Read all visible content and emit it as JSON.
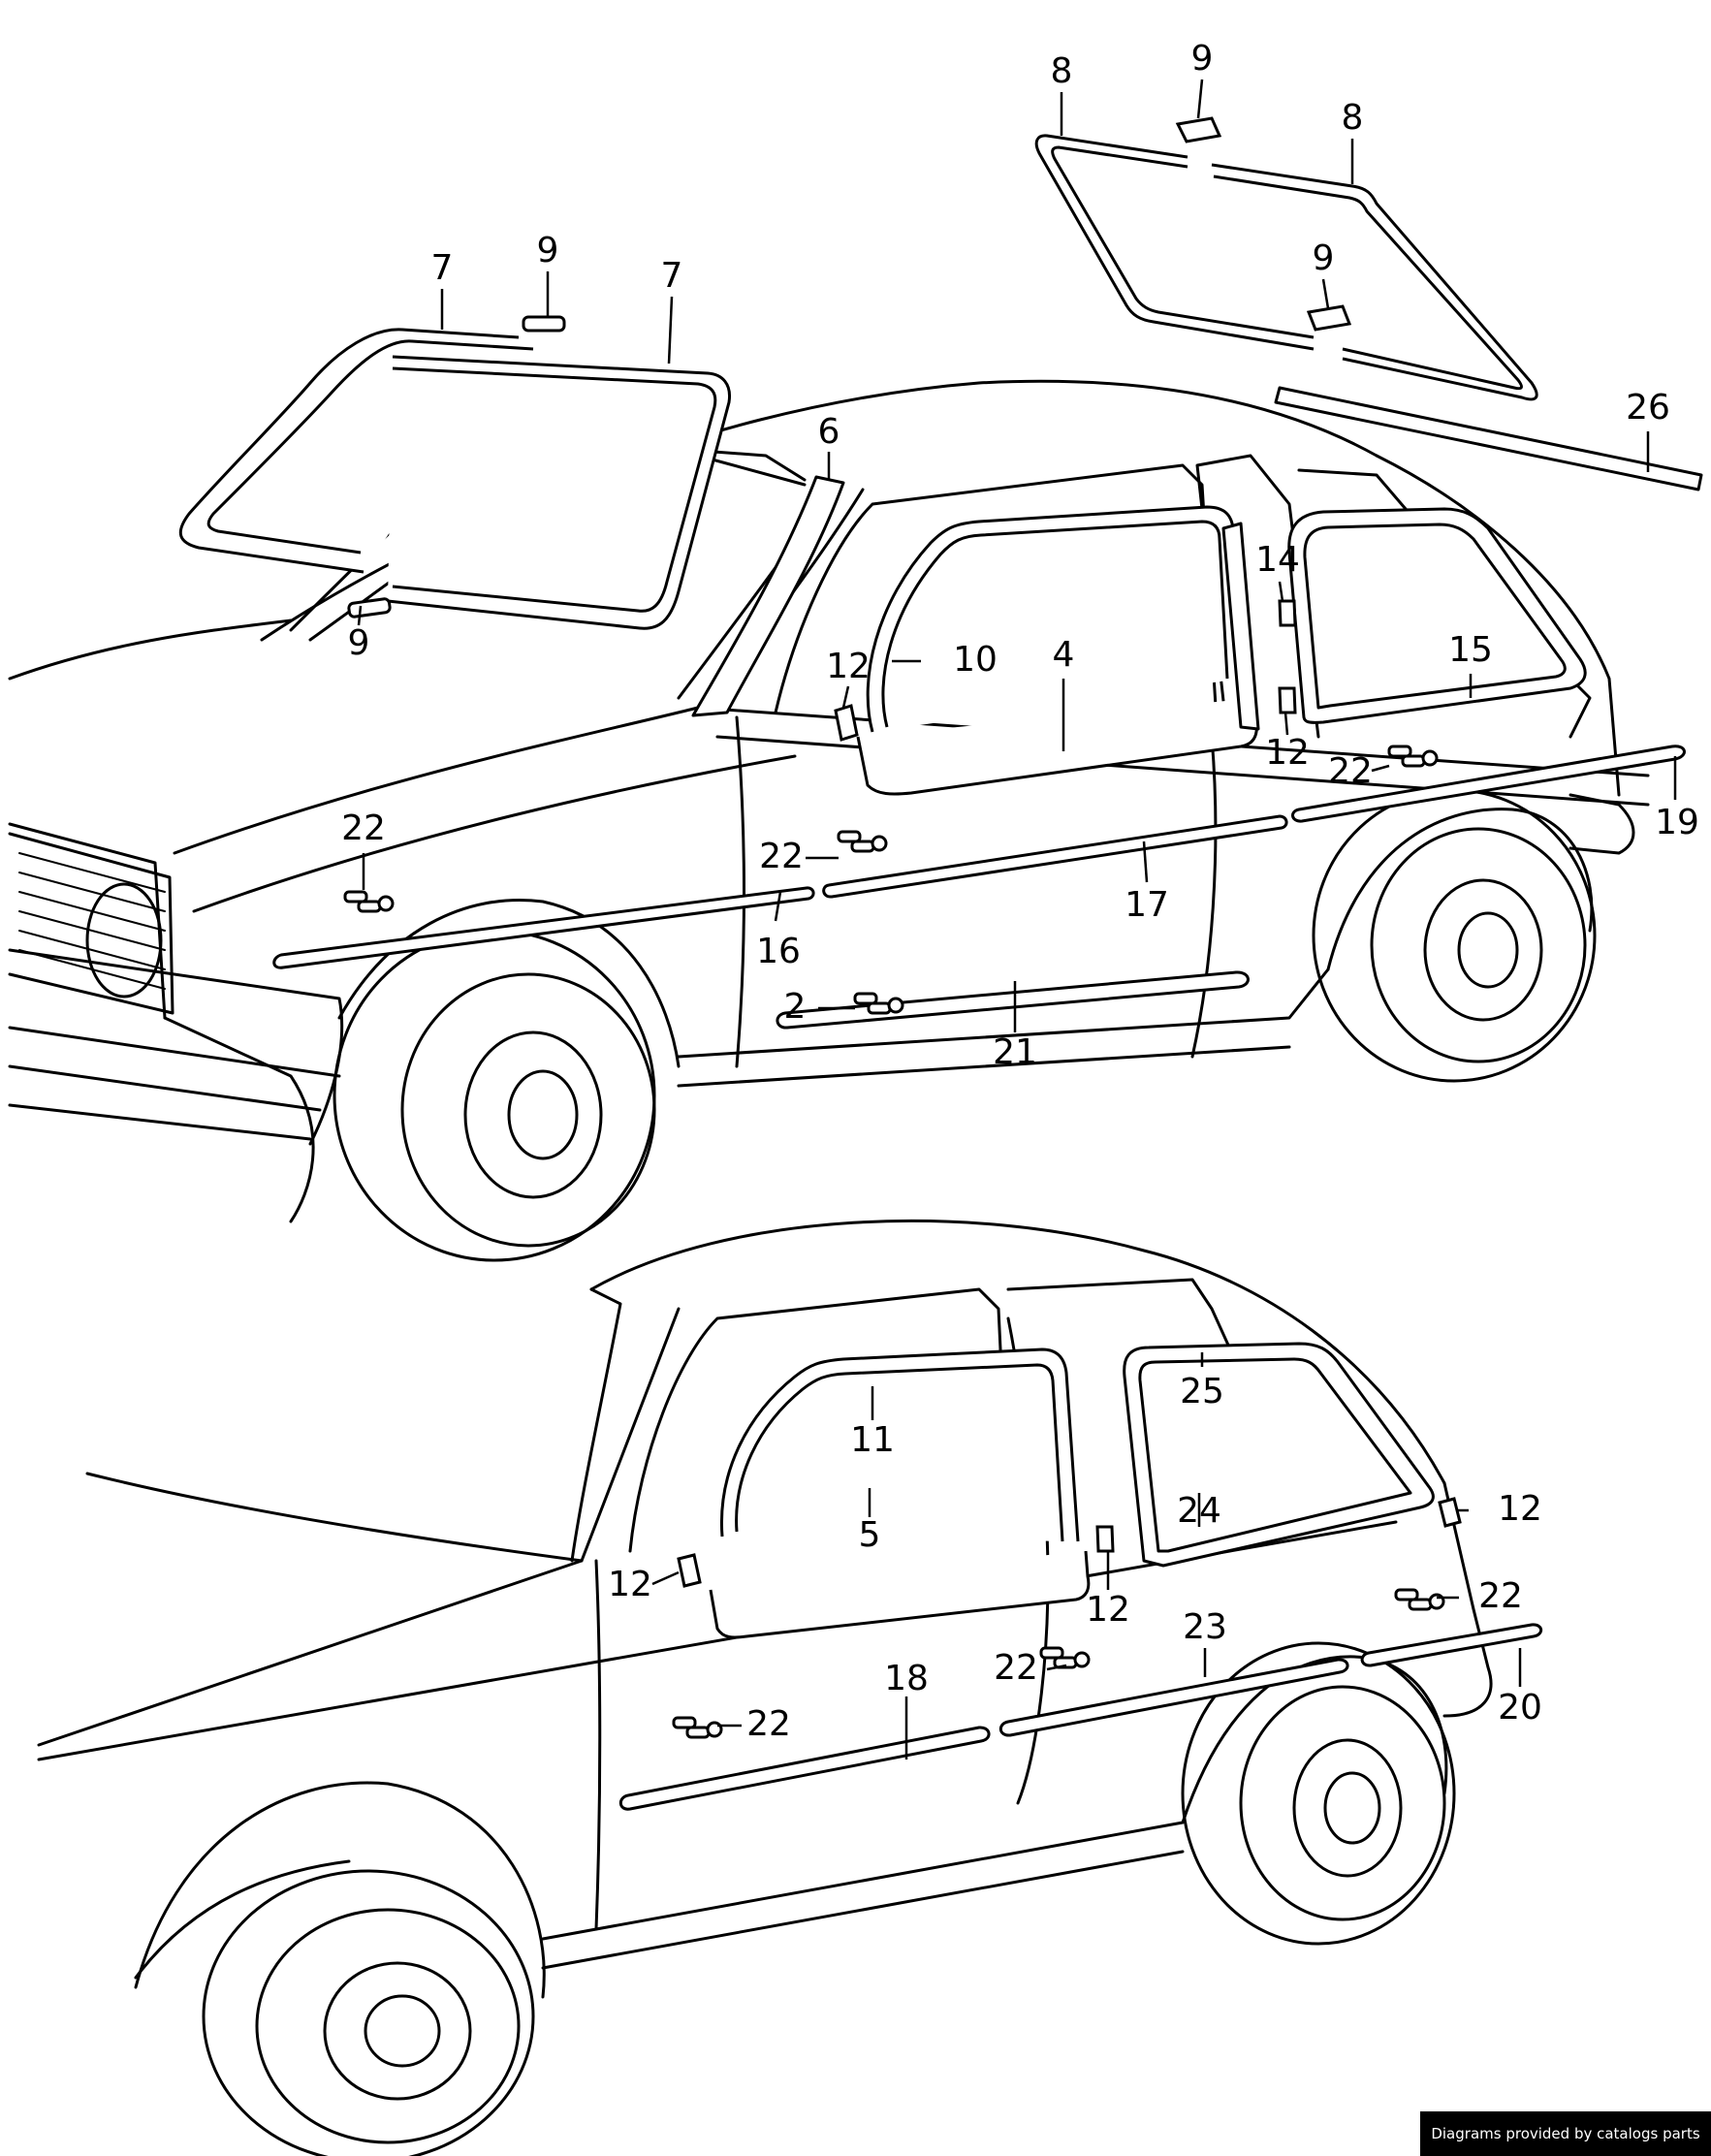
{
  "diagram": {
    "callouts": [
      {
        "id": "c2",
        "label": "2"
      },
      {
        "id": "c4",
        "label": "4"
      },
      {
        "id": "c5",
        "label": "5"
      },
      {
        "id": "c6",
        "label": "6"
      },
      {
        "id": "c7a",
        "label": "7"
      },
      {
        "id": "c7b",
        "label": "7"
      },
      {
        "id": "c8a",
        "label": "8"
      },
      {
        "id": "c8b",
        "label": "8"
      },
      {
        "id": "c9a",
        "label": "9"
      },
      {
        "id": "c9b",
        "label": "9"
      },
      {
        "id": "c9c",
        "label": "9"
      },
      {
        "id": "c9d",
        "label": "9"
      },
      {
        "id": "c10",
        "label": "10"
      },
      {
        "id": "c11",
        "label": "11"
      },
      {
        "id": "c12a",
        "label": "12"
      },
      {
        "id": "c12b",
        "label": "12"
      },
      {
        "id": "c12c",
        "label": "12"
      },
      {
        "id": "c12d",
        "label": "12"
      },
      {
        "id": "c12e",
        "label": "12"
      },
      {
        "id": "c14",
        "label": "14"
      },
      {
        "id": "c15",
        "label": "15"
      },
      {
        "id": "c16",
        "label": "16"
      },
      {
        "id": "c17",
        "label": "17"
      },
      {
        "id": "c18",
        "label": "18"
      },
      {
        "id": "c19",
        "label": "19"
      },
      {
        "id": "c20",
        "label": "20"
      },
      {
        "id": "c21",
        "label": "21"
      },
      {
        "id": "c22a",
        "label": "22"
      },
      {
        "id": "c22b",
        "label": "22"
      },
      {
        "id": "c22c",
        "label": "22"
      },
      {
        "id": "c22d",
        "label": "22"
      },
      {
        "id": "c22e",
        "label": "22"
      },
      {
        "id": "c22f",
        "label": "22"
      },
      {
        "id": "c23",
        "label": "23"
      },
      {
        "id": "c24",
        "label": "24"
      },
      {
        "id": "c25",
        "label": "25"
      },
      {
        "id": "c26",
        "label": "26"
      }
    ]
  },
  "footer": {
    "credit": "Diagrams provided by catalogs parts"
  }
}
